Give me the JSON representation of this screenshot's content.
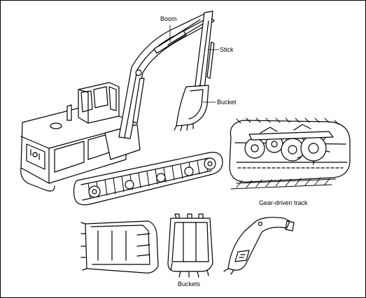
{
  "labels": {
    "boom": "Boom",
    "stick": "Stick",
    "bucket": "Bucket",
    "track": "Gear-driven track",
    "buckets": "Buckets"
  },
  "colors": {
    "ink": "#000000",
    "paper": "#ffffff"
  }
}
